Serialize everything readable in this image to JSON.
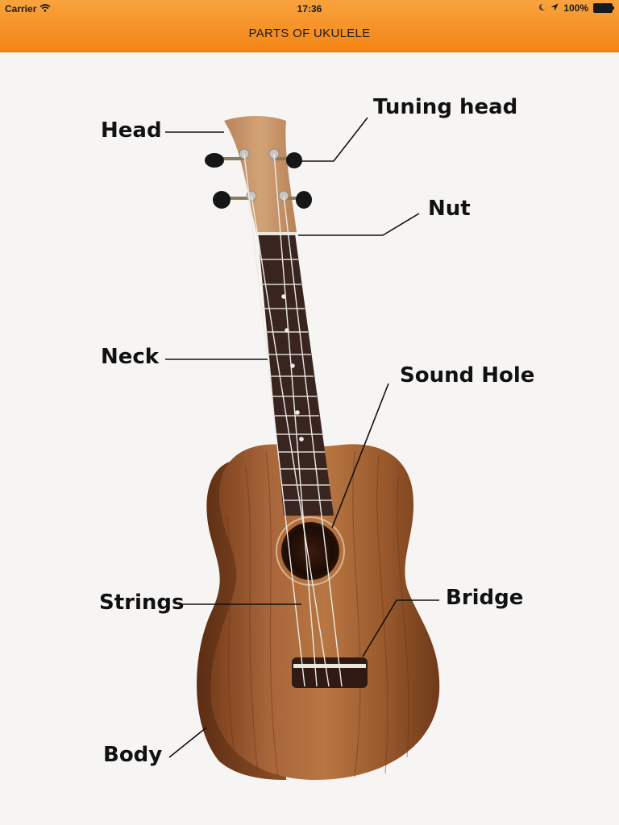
{
  "status_bar": {
    "carrier": "Carrier",
    "time": "17:36",
    "battery": "100%",
    "icons": [
      "wifi-icon",
      "moon-icon",
      "location-arrow-icon",
      "battery-icon"
    ]
  },
  "nav": {
    "title": "PARTS OF UKULELE"
  },
  "diagram": {
    "labels": {
      "head": "Head",
      "tuning_head": "Tuning head",
      "nut": "Nut",
      "neck": "Neck",
      "sound_hole": "Sound Hole",
      "strings": "Strings",
      "bridge": "Bridge",
      "body": "Body"
    }
  },
  "colors": {
    "nav_bar": "#f48414",
    "background": "#f6f5f3",
    "wood_body": "#9a5a2c",
    "fretboard": "#3a2420"
  }
}
